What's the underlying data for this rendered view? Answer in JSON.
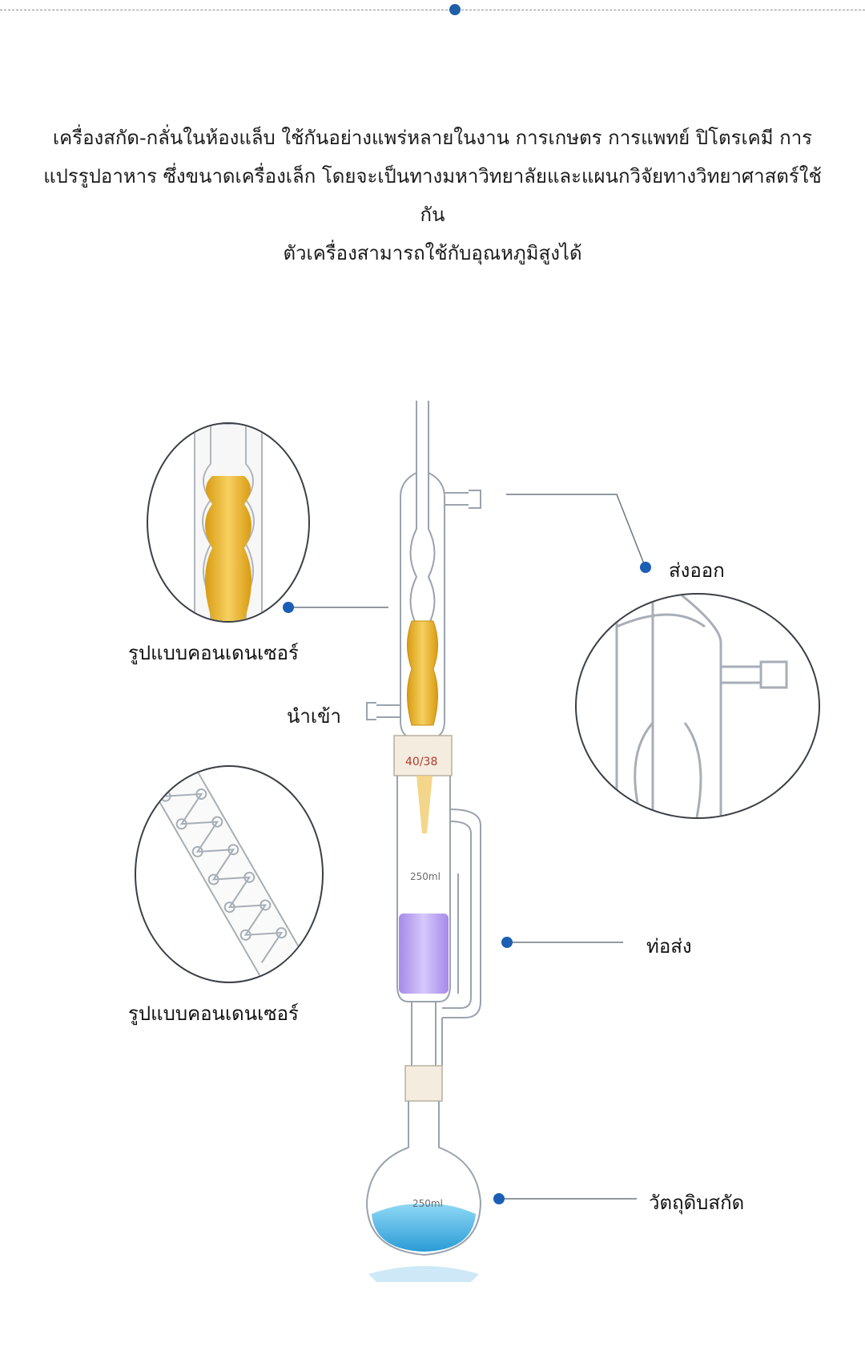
{
  "intro": {
    "line1": "เครื่องสกัด-กลั่นในห้องแล็บ ใช้กันอย่างแพร่หลายในงาน การเกษตร การแพทย์ ปิโตรเคมี การ",
    "line2": "แปรรูปอาหาร ซึ่งขนาดเครื่องเล็ก โดยจะเป็นทางมหาวิทยาลัยและแผนกวิจัยทางวิทยาศาสตร์ใช้กัน",
    "line3": "ตัวเครื่องสามารถใช้กับอุณหภูมิสูงได้"
  },
  "labels": {
    "outlet": "ส่งออก",
    "condenser_bulb": "รูปแบบคอนเดนเซอร์",
    "inlet": "นำเข้า",
    "condenser_coil": "รูปแบบคอนเดนเซอร์",
    "siphon": "ท่อส่ง",
    "flask": "วัตถุดิบสกัด"
  },
  "glass_marks": {
    "joint_top": "40/38",
    "chamber_volume": "250ml",
    "flask_volume": "250ml"
  },
  "colors": {
    "accent_dot": "#1a5fb4",
    "amber_liquid": "#e8b52a",
    "violet_liquid": "#b9a3f0",
    "blue_liquid": "#4fb6e3"
  }
}
